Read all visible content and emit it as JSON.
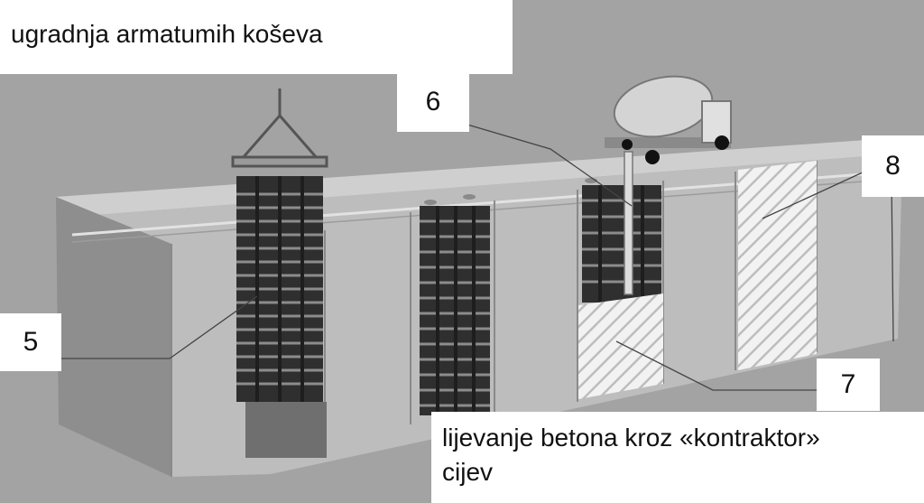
{
  "title": "ugradnja armatumih koševa",
  "caption_line1": "lijevanje betona kroz «kontraktor»",
  "caption_line2": "cijev",
  "markers": {
    "m5": "5",
    "m6": "6",
    "m7": "7",
    "m8": "8"
  }
}
